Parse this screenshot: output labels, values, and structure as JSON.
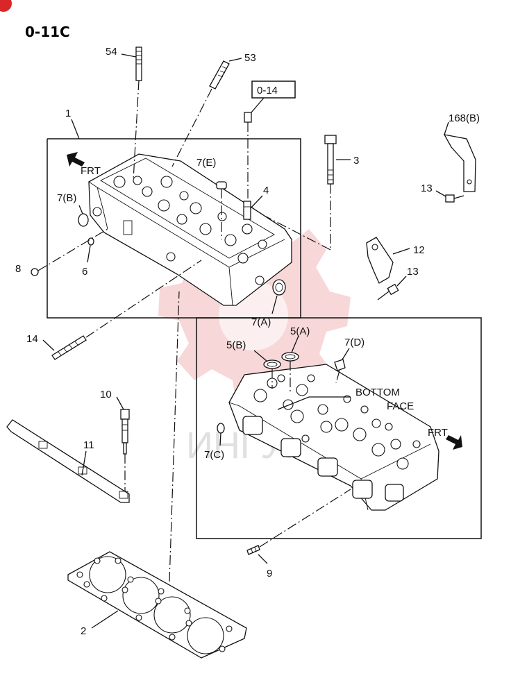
{
  "page_code": "0-11C",
  "callouts": {
    "c1": "1",
    "c2": "2",
    "c3": "3",
    "c4": "4",
    "c5a": "5(A)",
    "c5b": "5(B)",
    "c6": "6",
    "c7a": "7(A)",
    "c7b": "7(B)",
    "c7c": "7(C)",
    "c7d": "7(D)",
    "c7e": "7(E)",
    "c8": "8",
    "c9": "9",
    "c10": "10",
    "c11": "11",
    "c12": "12",
    "c13a": "13",
    "c13b": "13",
    "c14": "14",
    "c53": "53",
    "c54": "54",
    "c168b": "168(B)",
    "ref_box": "0-14"
  },
  "annotations": {
    "frt_top": "FRT",
    "frt_bottom": "FRT",
    "bottom_face_line1": "BOTTOM",
    "bottom_face_line2": "FACE"
  },
  "watermark_text": "ИНГУК",
  "colors": {
    "line": "#111111",
    "watermark": "#e98b8b",
    "badge": "#d9262b"
  },
  "icons": {
    "front-arrow": "filled-arrow",
    "corner-badge": "red-circle"
  }
}
